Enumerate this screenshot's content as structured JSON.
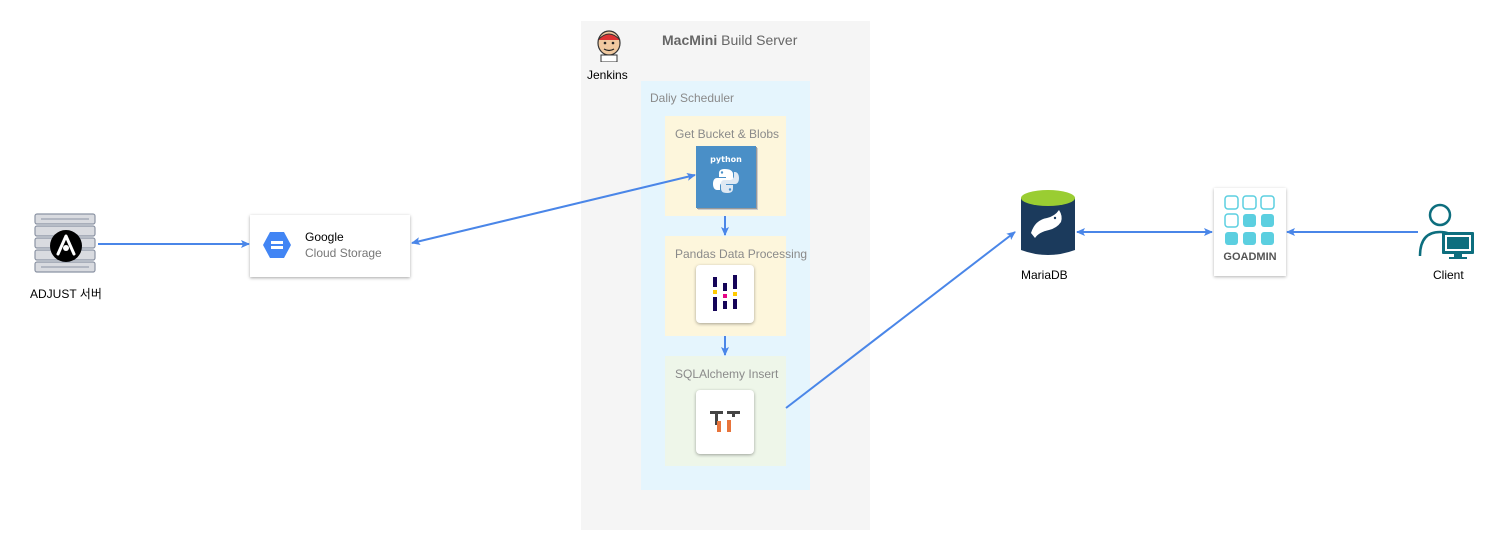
{
  "build_server": {
    "title_bold": "MacMini",
    "title_rest": " Build Server",
    "jenkins_label": "Jenkins"
  },
  "scheduler": {
    "label": "Daliy Scheduler",
    "stages": [
      {
        "label": "Get Bucket & Blobs",
        "icon": "python-icon",
        "icon_text": "python"
      },
      {
        "label": "Pandas Data Processing",
        "icon": "pandas-icon"
      },
      {
        "label": "SQLAlchemy Insert",
        "icon": "sqlalchemy-icon"
      }
    ]
  },
  "adjust": {
    "label": "ADJUST 서버"
  },
  "gcs": {
    "line1": "Google",
    "line2": "Cloud Storage"
  },
  "mariadb": {
    "label": "MariaDB"
  },
  "goadmin": {
    "label": "GOADMIN"
  },
  "client": {
    "label": "Client"
  },
  "colors": {
    "arrow": "#4a86e8",
    "server_bg": "#f5f5f5",
    "scheduler_bg": "#e5f5fd",
    "stage_yellow": "#fdf6dc",
    "stage_green": "#eef6e9",
    "goadmin_accent": "#5bcfe0",
    "mariadb_body": "#1b3a5c",
    "mariadb_top": "#9acd32",
    "client_teal": "#0d6e7e"
  }
}
